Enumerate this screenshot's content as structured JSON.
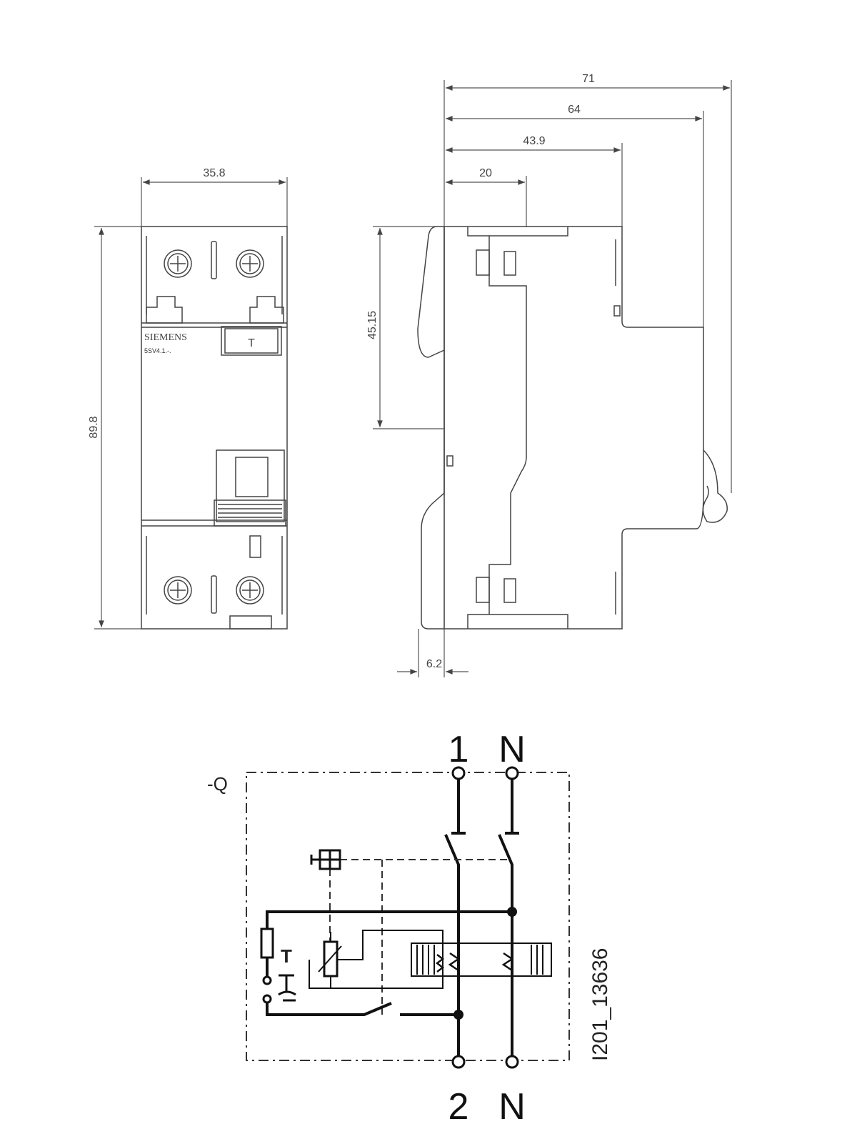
{
  "dimensions": {
    "front_width": "35.8",
    "front_height": "89.8",
    "side_total": "71",
    "side_64": "64",
    "side_43_9": "43.9",
    "side_20": "20",
    "side_45_15": "45.15",
    "side_6_2": "6.2"
  },
  "front_view": {
    "brand": "SIEMENS",
    "model": "5SV4.1.-.",
    "test_button_glyph": "T"
  },
  "schematic": {
    "device_ref": "-Q",
    "terminal_top_left": "1",
    "terminal_top_right": "N",
    "terminal_bottom_left": "2",
    "terminal_bottom_right": "N",
    "test_label": "T",
    "drawing_number": "I201_13636"
  }
}
